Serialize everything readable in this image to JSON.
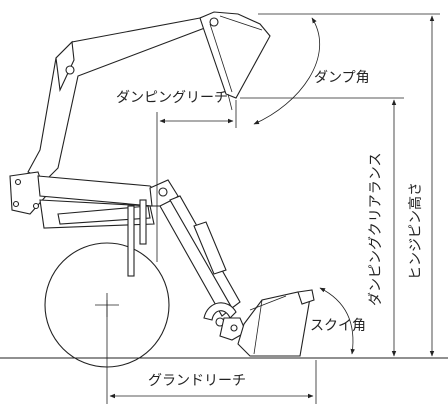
{
  "labels": {
    "dump_angle": "ダンプ角",
    "dumping_reach": "ダンピングリーチ",
    "dumping_clearance": "ダンピングクリアランス",
    "hinge_pin_height": "ヒンジピン高さ",
    "crowd_angle": "スクイ角",
    "ground_reach": "グランドリーチ"
  }
}
